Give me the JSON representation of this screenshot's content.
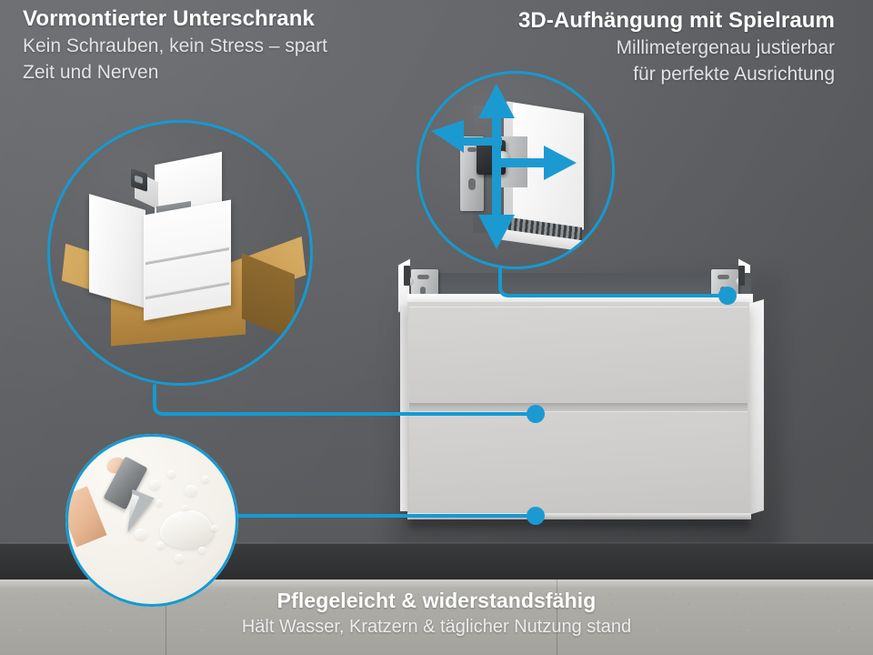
{
  "callouts": {
    "top_left": {
      "title": "Vormontierter Unterschrank",
      "subtitle_line1": "Kein Schrauben, kein Stress – spart",
      "subtitle_line2": "Zeit und Nerven"
    },
    "top_right": {
      "title": "3D-Aufhängung mit Spielraum",
      "subtitle_line1": "Millimetergenau justierbar",
      "subtitle_line2": "für perfekte Ausrichtung"
    },
    "bottom_center": {
      "title": "Pflegeleicht & widerstandsfähig",
      "subtitle_line1": "Hält Wasser, Kratzern & täglicher Nutzung stand"
    }
  },
  "bubbles": [
    {
      "id": "preassembled-cabinet-in-box",
      "alt": "Vormontierter weißer Unterschrank im geöffneten Karton"
    },
    {
      "id": "3d-wall-mount-adjustment",
      "alt": "3D-verstellbarer Wandhalter mit Richtungspfeilen"
    },
    {
      "id": "scratch-and-water-resistant",
      "alt": "Cuttermesser und Wassertropfen auf weißer Oberfläche"
    }
  ],
  "arrows": [
    {
      "direction": "up",
      "label": "Höhenverstellung nach oben"
    },
    {
      "direction": "down",
      "label": "Höhenverstellung nach unten"
    },
    {
      "direction": "left",
      "label": "Tiefenverstellung nach links"
    },
    {
      "direction": "right",
      "label": "Seitenverstellung nach rechts"
    }
  ],
  "product": {
    "name": "Wandhängender Unterschrank",
    "drawer_count": 2,
    "drawers": [
      "Obere Schublade",
      "Untere Schublade"
    ],
    "brackets": [
      "Wandhalter links",
      "Wandhalter rechts"
    ]
  },
  "connectors": [
    {
      "from": "preassembled-cabinet-in-box",
      "to": "drawer-upper"
    },
    {
      "from": "3d-wall-mount-adjustment",
      "to": "bracket-right"
    },
    {
      "from": "scratch-and-water-resistant",
      "to": "drawer-lower"
    }
  ],
  "colors": {
    "accent": "#159ad2",
    "accent_dot": "#1b9ad1",
    "wall": "#5f6164",
    "floor": "#aeada8",
    "skirting": "#343537",
    "title_text": "#ffffff",
    "subtitle_text": "#e2e3e3",
    "cabinet_front": "#cecdcb"
  }
}
